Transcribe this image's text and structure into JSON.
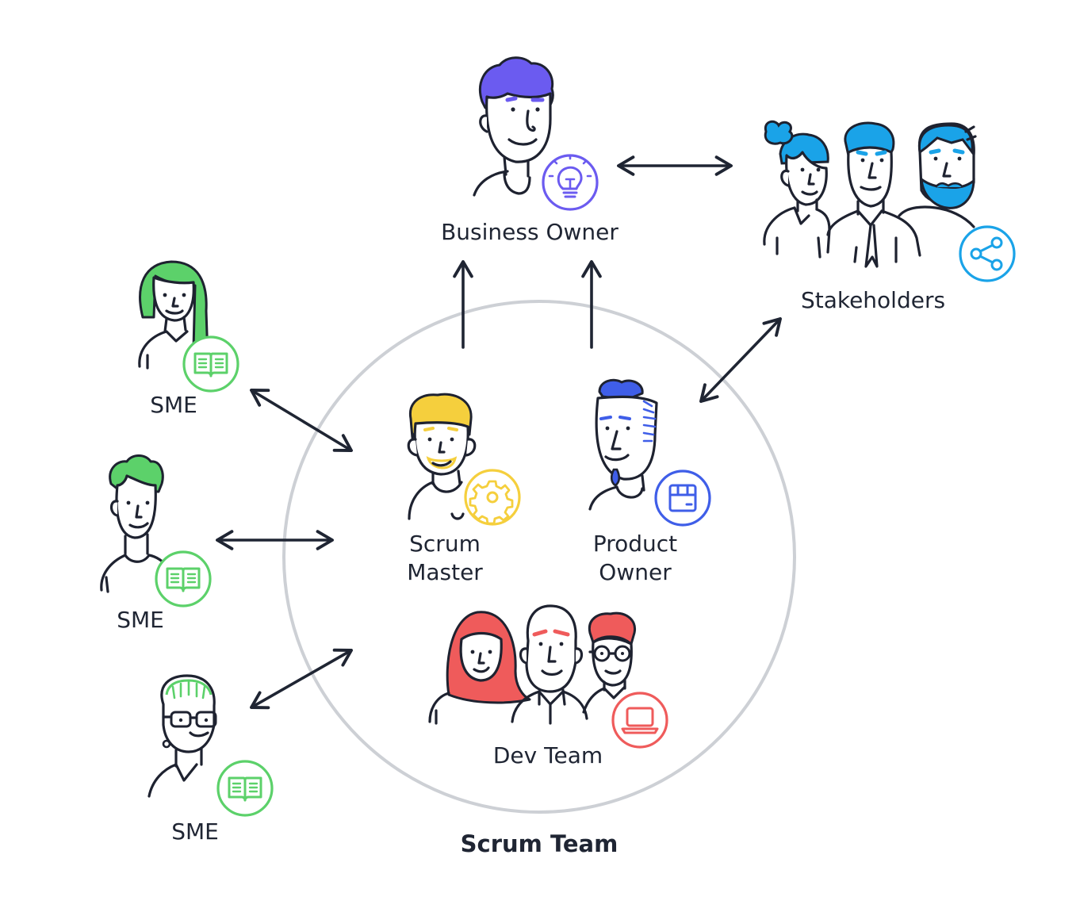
{
  "labels": {
    "business_owner": "Business Owner",
    "stakeholders": "Stakeholders",
    "sme_top": "SME",
    "sme_middle": "SME",
    "sme_bottom": "SME",
    "scrum_master_line1": "Scrum",
    "scrum_master_line2": "Master",
    "product_owner_line1": "Product",
    "product_owner_line2": "Owner",
    "dev_team": "Dev Team",
    "scrum_team": "Scrum Team"
  },
  "colors": {
    "business_owner": "#6b5bf0",
    "stakeholders": "#1aa3e8",
    "sme": "#5cd16a",
    "scrum_master": "#f5cf3d",
    "product_owner": "#3f5ee8",
    "dev_team": "#ef5b5b",
    "circle": "#cdd0d5",
    "ink": "#1e2230"
  },
  "icons": {
    "business_owner": "lightbulb-icon",
    "stakeholders": "share-icon",
    "sme": "book-icon",
    "scrum_master": "gear-icon",
    "product_owner": "box-icon",
    "dev_team": "laptop-icon"
  }
}
